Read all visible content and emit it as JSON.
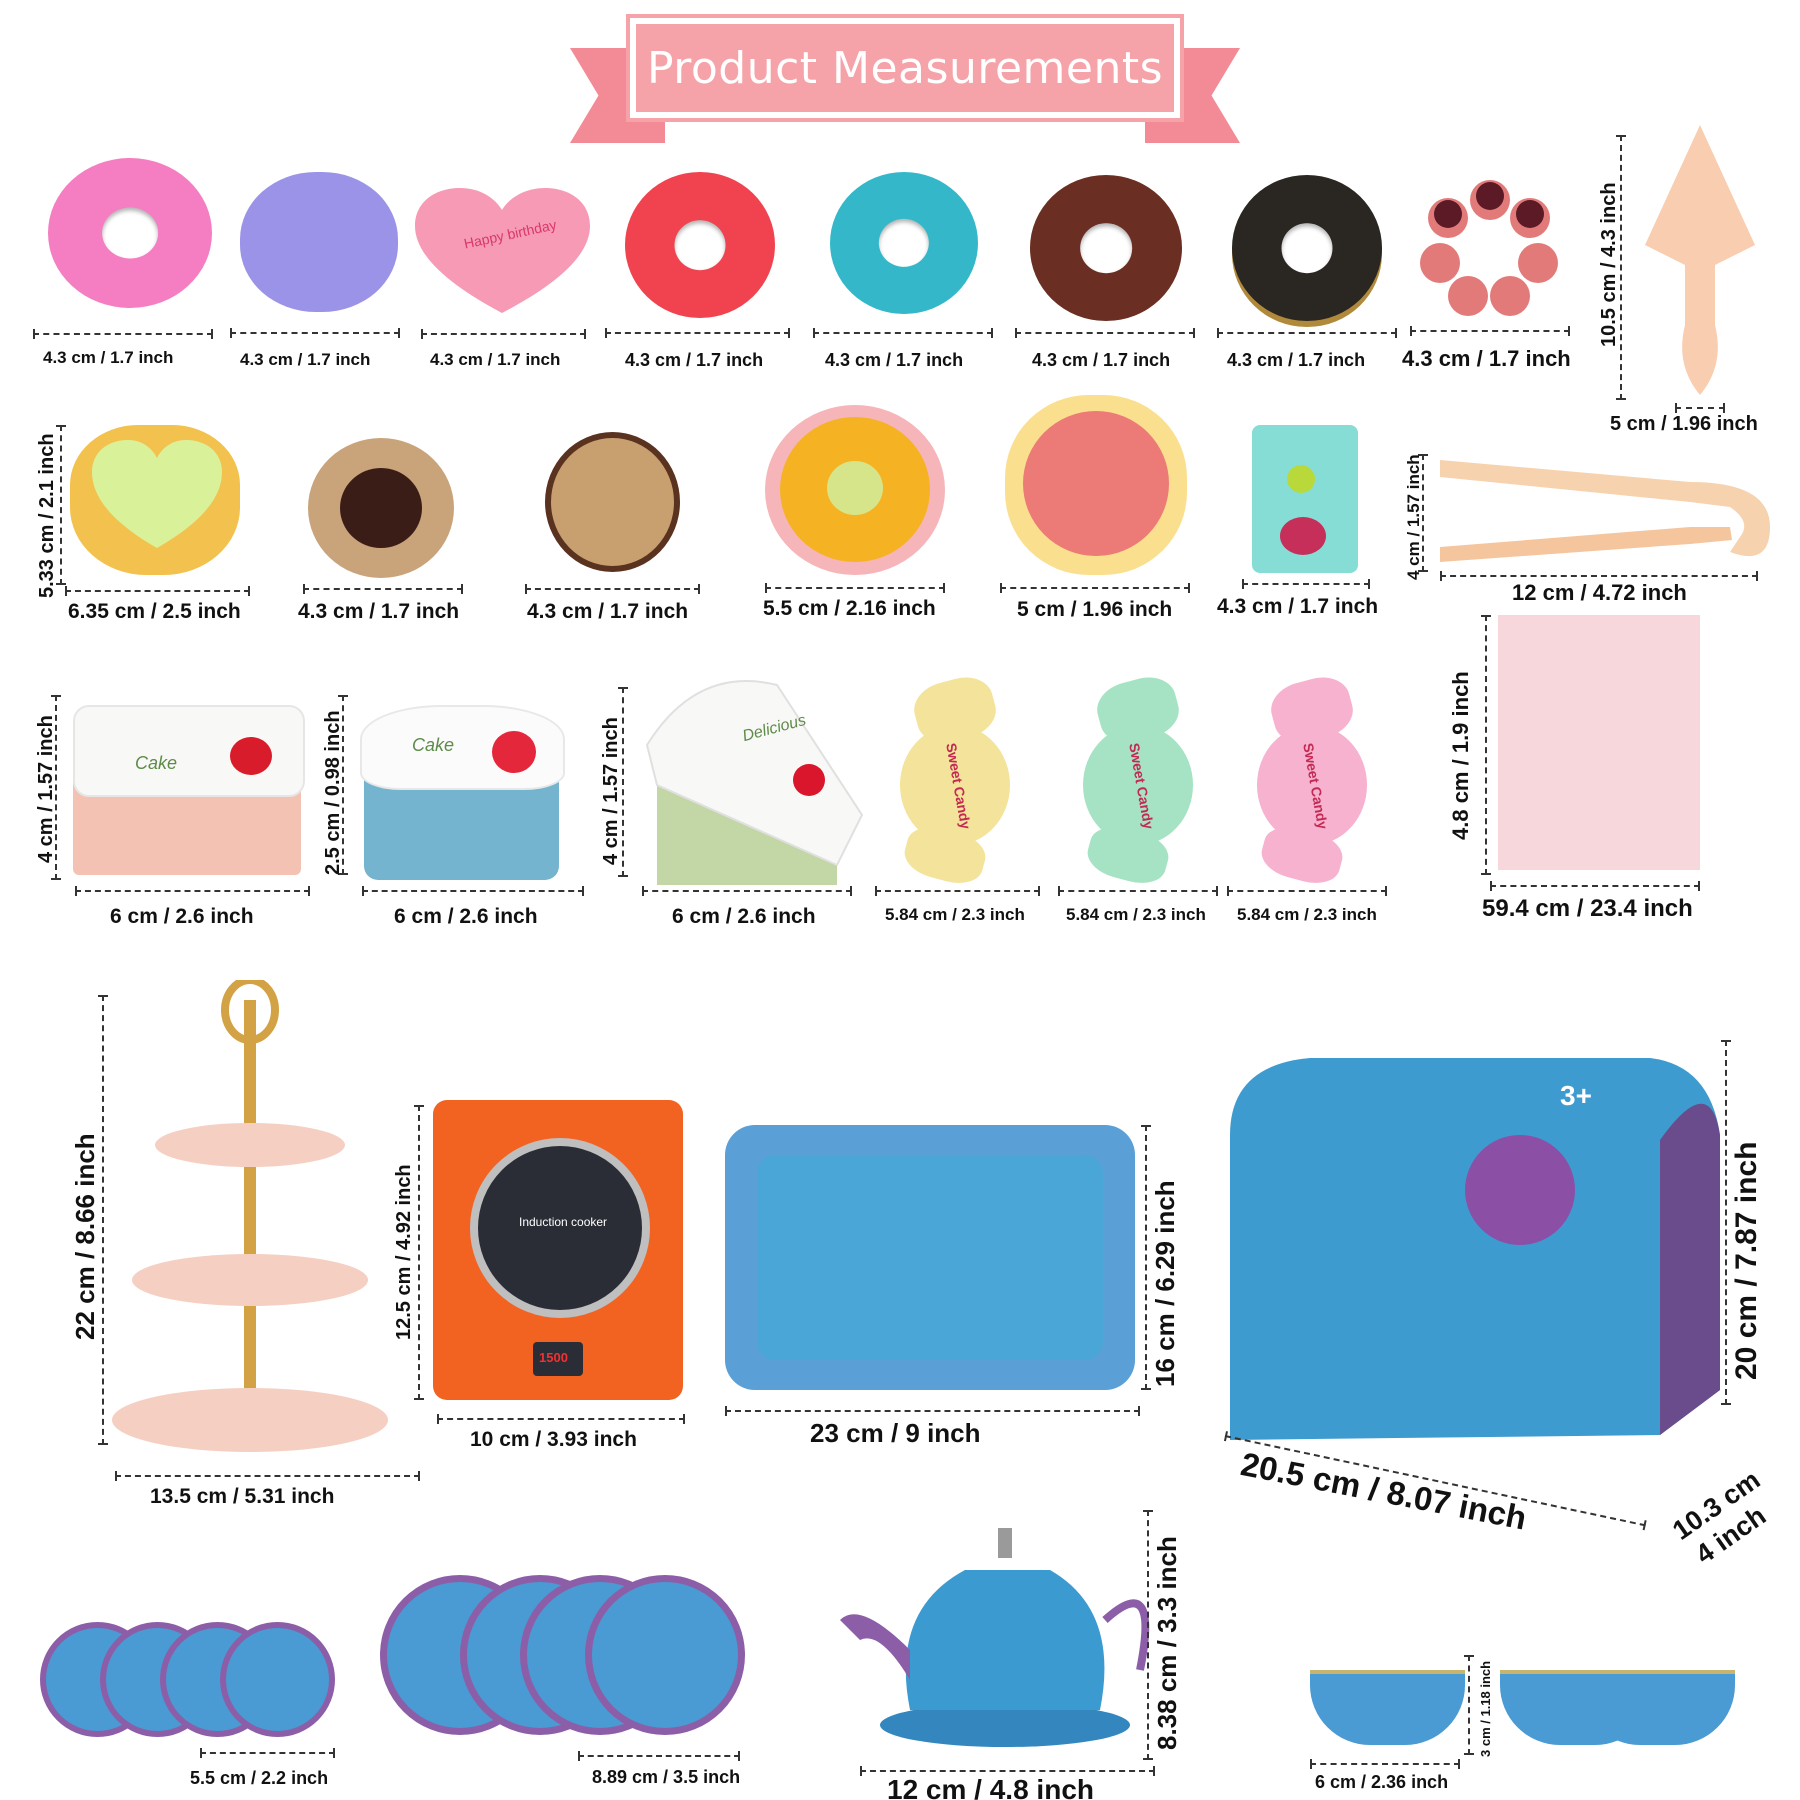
{
  "banner": {
    "title": "Product Measurements"
  },
  "colors": {
    "banner": "#f5a3a9",
    "ribbon": "#f28b95",
    "measure_line": "#333333"
  },
  "row1": [
    {
      "name": "pink-heart-donut",
      "width": "4.3 cm / 1.7 inch"
    },
    {
      "name": "purple-cookie",
      "width": "4.3 cm / 1.7 inch"
    },
    {
      "name": "heart-birthday-cake",
      "width": "4.3 cm / 1.7 inch",
      "cake_text": "Happy birthday"
    },
    {
      "name": "red-donut",
      "width": "4.3 cm / 1.7 inch"
    },
    {
      "name": "teal-donut",
      "width": "4.3 cm / 1.7 inch"
    },
    {
      "name": "chocolate-donut",
      "width": "4.3 cm / 1.7 inch"
    },
    {
      "name": "black-gold-donut",
      "width": "4.3 cm / 1.7 inch"
    },
    {
      "name": "pon-de-ring-donut",
      "width": "4.3 cm / 1.7 inch"
    }
  ],
  "server": {
    "height": "10.5 cm / 4.3 inch",
    "width": "5 cm / 1.96 inch"
  },
  "row2": [
    {
      "name": "heart-tart",
      "width": "6.35 cm / 2.5 inch",
      "height": "5.33 cm / 2.1 inch"
    },
    {
      "name": "choc-dot-cookie",
      "width": "4.3 cm / 1.7 inch"
    },
    {
      "name": "swirl-cookie",
      "width": "4.3 cm / 1.7 inch"
    },
    {
      "name": "flower-tart",
      "width": "5.5 cm / 2.16 inch"
    },
    {
      "name": "berry-tart",
      "width": "5 cm / 1.96 inch"
    },
    {
      "name": "square-cake",
      "width": "4.3 cm / 1.7 inch"
    }
  ],
  "tongs": {
    "height": "4 cm / 1.57 inch",
    "width": "12 cm / 4.72 inch"
  },
  "row3": [
    {
      "name": "loaf-cake",
      "height": "4 cm / 1.57 inch",
      "width": "6 cm / 2.6 inch",
      "cake_text": "Cake"
    },
    {
      "name": "blue-cake",
      "height": "2.5 cm / 0.98 inch",
      "width": "6 cm / 2.6 inch",
      "cake_text": "Cake"
    },
    {
      "name": "cake-slice",
      "height": "4 cm / 1.57 inch",
      "width": "6 cm / 2.6 inch",
      "cake_text": "Delicious"
    },
    {
      "name": "yellow-candy",
      "width": "5.84 cm / 2.3 inch",
      "candy_text": "Sweet Candy",
      "color": "#f4e39a"
    },
    {
      "name": "green-candy",
      "width": "5.84 cm / 2.3 inch",
      "candy_text": "Sweet Candy",
      "color": "#a6e3c4"
    },
    {
      "name": "pink-candy",
      "width": "5.84 cm / 2.3 inch",
      "candy_text": "Sweet Candy",
      "color": "#f6b2cf"
    }
  ],
  "napkin": {
    "height": "4.8 cm / 1.9 inch",
    "width": "59.4 cm / 23.4 inch"
  },
  "stand": {
    "height": "22 cm / 8.66 inch",
    "width": "13.5 cm / 5.31 inch"
  },
  "cooker": {
    "height": "12.5 cm / 4.92 inch",
    "width": "10 cm / 3.93 inch",
    "label": "Induction cooker",
    "display": "1500"
  },
  "tray": {
    "height": "16 cm / 6.29 inch",
    "width": "23 cm / 9 inch"
  },
  "case": {
    "height": "20 cm / 7.87 inch",
    "width": "20.5 cm / 8.07 inch",
    "depth_cm": "10.3 cm",
    "depth_in": "4 inch",
    "age": "3+"
  },
  "small_plates": {
    "width": "5.5 cm / 2.2 inch"
  },
  "large_plates": {
    "width": "8.89 cm / 3.5 inch"
  },
  "teapot": {
    "height": "8.38 cm / 3.3 inch",
    "width": "12 cm / 4.8 inch"
  },
  "cups": {
    "height": "3 cm / 1.18 inch",
    "width": "6 cm / 2.36 inch"
  }
}
